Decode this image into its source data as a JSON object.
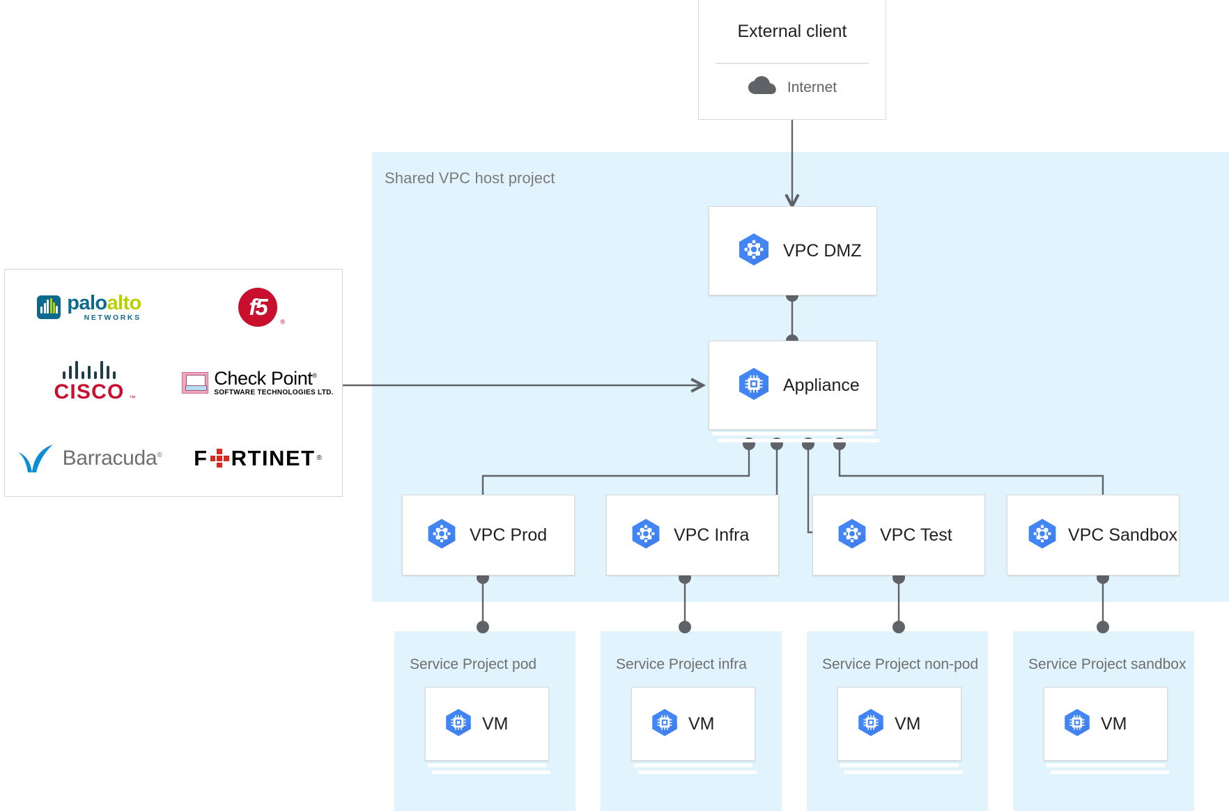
{
  "diagram": {
    "title": "Shared VPC host project with centralized appliance",
    "colors": {
      "region_fill": "#e1f3fc",
      "card_bg": "#ffffff",
      "card_border": "#dadada",
      "connector": "#5f6368",
      "node_icon_blue": "#4285f4",
      "label_text": "#202124",
      "muted_text": "#6e6e6e"
    }
  },
  "external_client": {
    "title": "External client",
    "network_label": "Internet",
    "network_icon": "cloud-icon"
  },
  "shared_vpc": {
    "label": "Shared VPC host project",
    "dmz": {
      "label": "VPC DMZ",
      "icon": "vpc-network-icon"
    },
    "appliance": {
      "label": "Appliance",
      "icon": "appliance-chip-icon",
      "stacked": true
    },
    "vpcs": [
      {
        "label": "VPC Prod",
        "icon": "vpc-network-icon"
      },
      {
        "label": "VPC Infra",
        "icon": "vpc-network-icon"
      },
      {
        "label": "VPC Test",
        "icon": "vpc-network-icon"
      },
      {
        "label": "VPC Sandbox",
        "icon": "vpc-network-icon"
      }
    ]
  },
  "service_projects": [
    {
      "label": "Service Project pod",
      "vm": {
        "label": "VM",
        "icon": "vm-chip-icon",
        "stacked": true
      }
    },
    {
      "label": "Service Project infra",
      "vm": {
        "label": "VM",
        "icon": "vm-chip-icon",
        "stacked": true
      }
    },
    {
      "label": "Service Project non-pod",
      "vm": {
        "label": "VM",
        "icon": "vm-chip-icon",
        "stacked": true
      }
    },
    {
      "label": "Service Project sandbox",
      "vm": {
        "label": "VM",
        "icon": "vm-chip-icon",
        "stacked": true
      }
    }
  ],
  "vendors": {
    "items": [
      {
        "name": "Palo Alto Networks",
        "word_1": "palo",
        "word_2": "alto",
        "tagline": "NETWORKS",
        "icon": "paloalto-logo"
      },
      {
        "name": "F5",
        "word_1": "f5",
        "icon": "f5-logo"
      },
      {
        "name": "Cisco",
        "word_1": "CISCO",
        "icon": "cisco-logo"
      },
      {
        "name": "Check Point",
        "word_1": "Check Point",
        "tagline": "SOFTWARE TECHNOLOGIES LTD.",
        "icon": "checkpoint-logo"
      },
      {
        "name": "Barracuda",
        "word_1": "Barracuda",
        "icon": "barracuda-logo"
      },
      {
        "name": "Fortinet",
        "word_1": "F",
        "word_2": "RTINET",
        "icon": "fortinet-logo"
      }
    ]
  }
}
